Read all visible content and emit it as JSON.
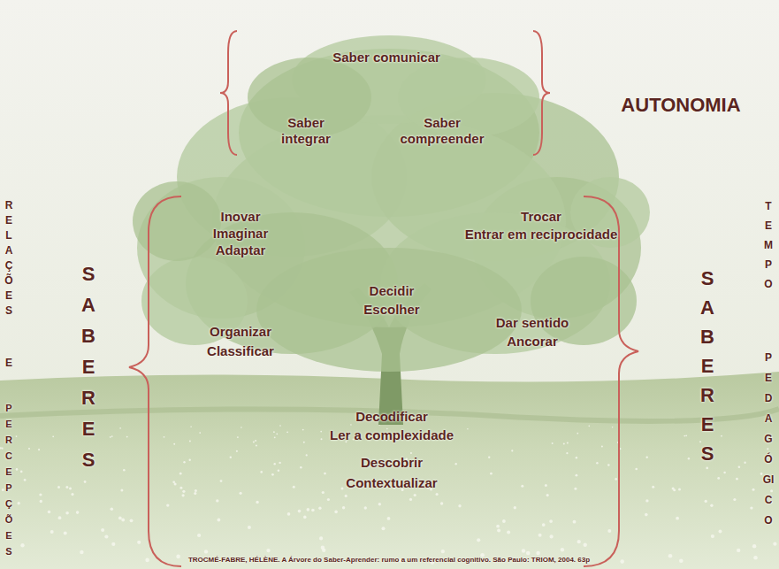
{
  "diagram": {
    "caption": "TROCMÉ-FABRE, HÉLÈNE. A Árvore do Saber-Aprender: rumo a um referencial cognitivo. São Paulo: TRIOM, 2004. 63p",
    "labels": [
      "Saber comunicar",
      "AUTONOMIA",
      "Saber integrar",
      "Saber compreender",
      "RELAÇÕES",
      "E",
      "PERCEPÇÕES",
      "SABERES",
      "Inovar",
      "Imaginar",
      "Adaptar",
      "Trocar",
      "Entrar em reciprocidade",
      "SABERES",
      "TEMPO",
      "PEDAGÓGICO",
      "Decidir",
      "Escolher",
      "Organizar",
      "Classificar",
      "Dar sentido",
      "Ancorar",
      "Decodificar",
      "Ler a complexidade",
      "Descobrir",
      "Contextualizar"
    ]
  }
}
